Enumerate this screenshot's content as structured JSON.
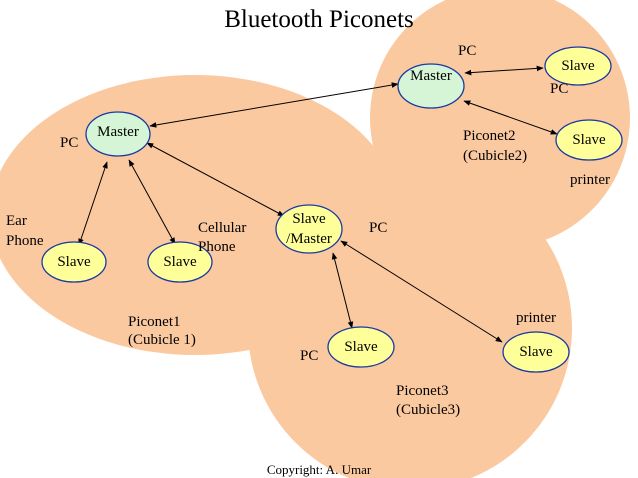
{
  "title": "Bluetooth Piconets",
  "colors": {
    "piconet_fill": "#fbc9a0",
    "master_fill": "#d6f5d6",
    "slave_fill": "#ffff99",
    "node_stroke": "#1a3aa0"
  },
  "piconet1": {
    "nodes": {
      "master": "Master",
      "slave_left": "Slave",
      "slave_right": "Slave"
    },
    "labels": {
      "pc": "PC",
      "ear": "Ear",
      "phone": "Phone",
      "cellular": "Cellular",
      "cellular_phone": "Phone",
      "name": "Piconet1",
      "location": "(Cubicle 1)"
    }
  },
  "piconet2": {
    "nodes": {
      "master": "Master",
      "slave_top": "Slave",
      "slave_bottom": "Slave"
    },
    "labels": {
      "pc_master": "PC",
      "pc_slave": "PC",
      "name": "Piconet2",
      "location": "(Cubicle2)",
      "printer": "printer"
    }
  },
  "bridge": {
    "line1": "Slave",
    "line2": "/Master",
    "pc": "PC"
  },
  "piconet3": {
    "nodes": {
      "slave_left": "Slave",
      "slave_right": "Slave"
    },
    "labels": {
      "pc": "PC",
      "printer": "printer",
      "name": "Piconet3",
      "location": "(Cubicle3)"
    }
  },
  "footer": "Copyright: A. Umar"
}
